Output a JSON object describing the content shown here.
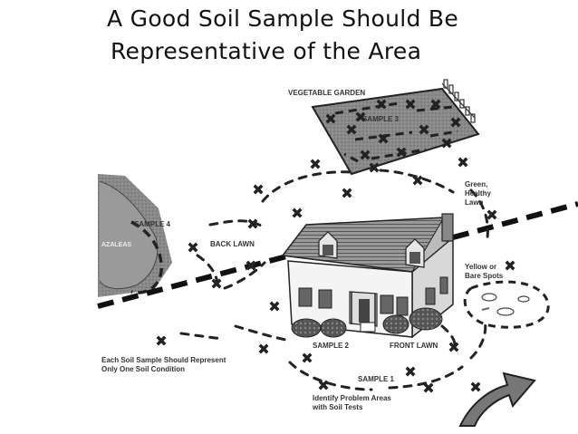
{
  "title": {
    "line1": "A Good Soil Sample Should Be",
    "line2": "Representative of the Area"
  },
  "diagram": {
    "labels": {
      "vegetable_garden": "VEGETABLE GARDEN",
      "sample3": "SAMPLE 3",
      "sample4": "SAMPLE 4",
      "azaleas": "AZALEAS",
      "back_lawn": "BACK LAWN",
      "green_line1": "Green,",
      "green_line2": "Healthy",
      "green_line3": "Lawn",
      "yellow_line1": "Yellow or",
      "yellow_line2": "Bare Spots",
      "sample2": "SAMPLE 2",
      "front_lawn": "FRONT LAWN",
      "sample1": "SAMPLE 1",
      "each_line1": "Each Soil Sample Should Represent",
      "each_line2": "Only One Soil Condition",
      "identify_line1": "Identify Problem Areas",
      "identify_line2": "with Soil Tests"
    }
  }
}
